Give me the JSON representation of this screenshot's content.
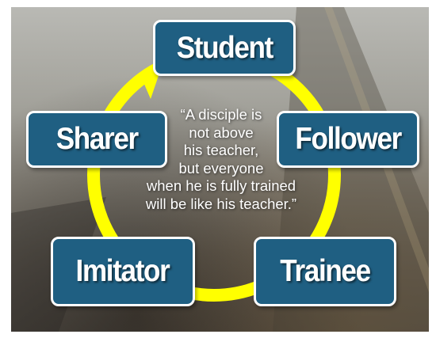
{
  "diagram": {
    "nodes": [
      {
        "key": "student",
        "label": "Student"
      },
      {
        "key": "follower",
        "label": "Follower"
      },
      {
        "key": "trainee",
        "label": "Trainee"
      },
      {
        "key": "imitator",
        "label": "Imitator"
      },
      {
        "key": "sharer",
        "label": "Sharer"
      }
    ],
    "quote": {
      "lines": [
        "“A disciple is",
        "not above",
        "his teacher,",
        "but everyone",
        "when he is fully trained",
        "will be like his teacher.”"
      ]
    },
    "colors": {
      "node_fill": "#1f5f82",
      "node_border": "#ffffff",
      "cycle_arrow": "#ffff00",
      "text": "#ffffff"
    }
  }
}
